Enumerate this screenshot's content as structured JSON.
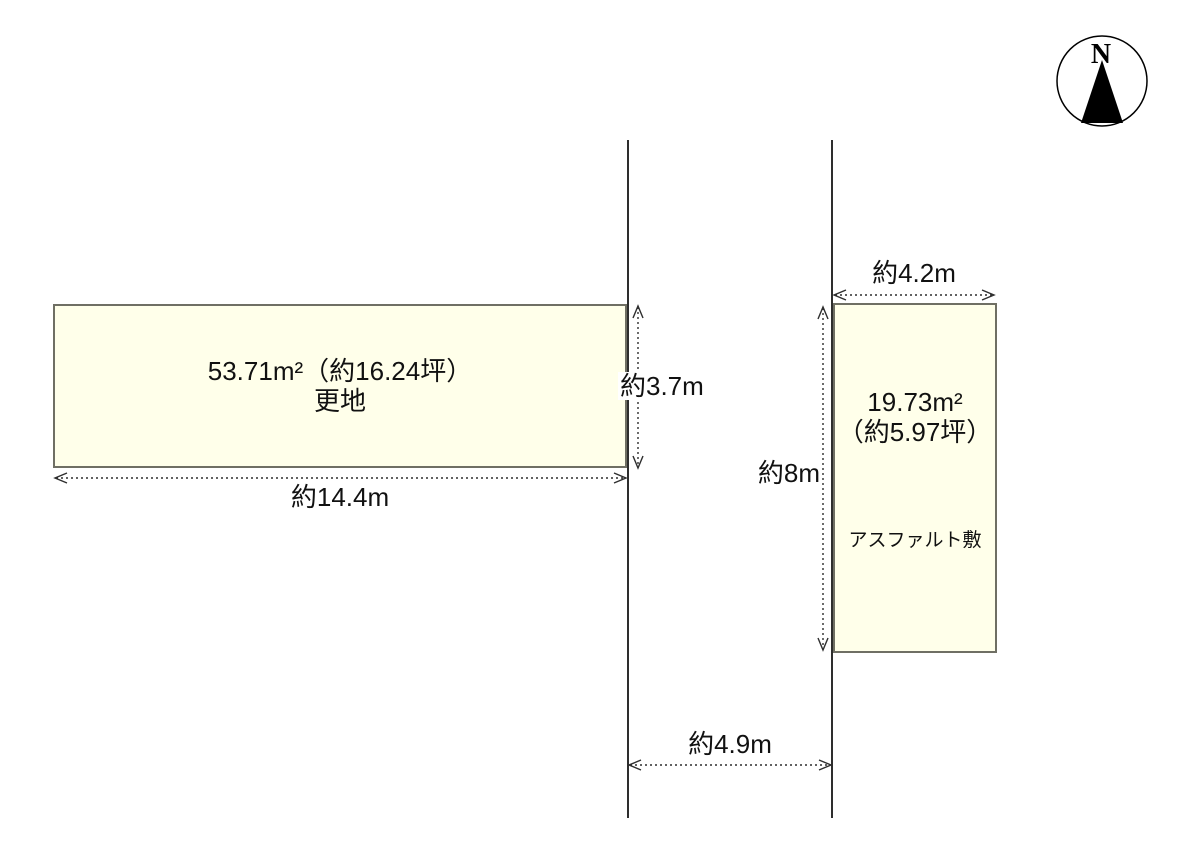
{
  "diagram": {
    "compass": {
      "label": "N"
    },
    "parcel_left": {
      "area": "53.71m²（約16.24坪）",
      "status": "更地"
    },
    "parcel_right": {
      "area_line1": "19.73m²",
      "area_line2": "（約5.97坪）",
      "surface": "アスファルト敷"
    },
    "dimensions": {
      "parcel_left_width": "約14.4m",
      "parcel_left_depth": "約3.7m",
      "parcel_right_width": "約4.2m",
      "parcel_right_depth": "約8m",
      "road_width": "約4.9m"
    },
    "colors": {
      "parcel_fill": "#FFFFEA",
      "parcel_border": "#6F6F64",
      "line": "#2E2E2E"
    }
  }
}
